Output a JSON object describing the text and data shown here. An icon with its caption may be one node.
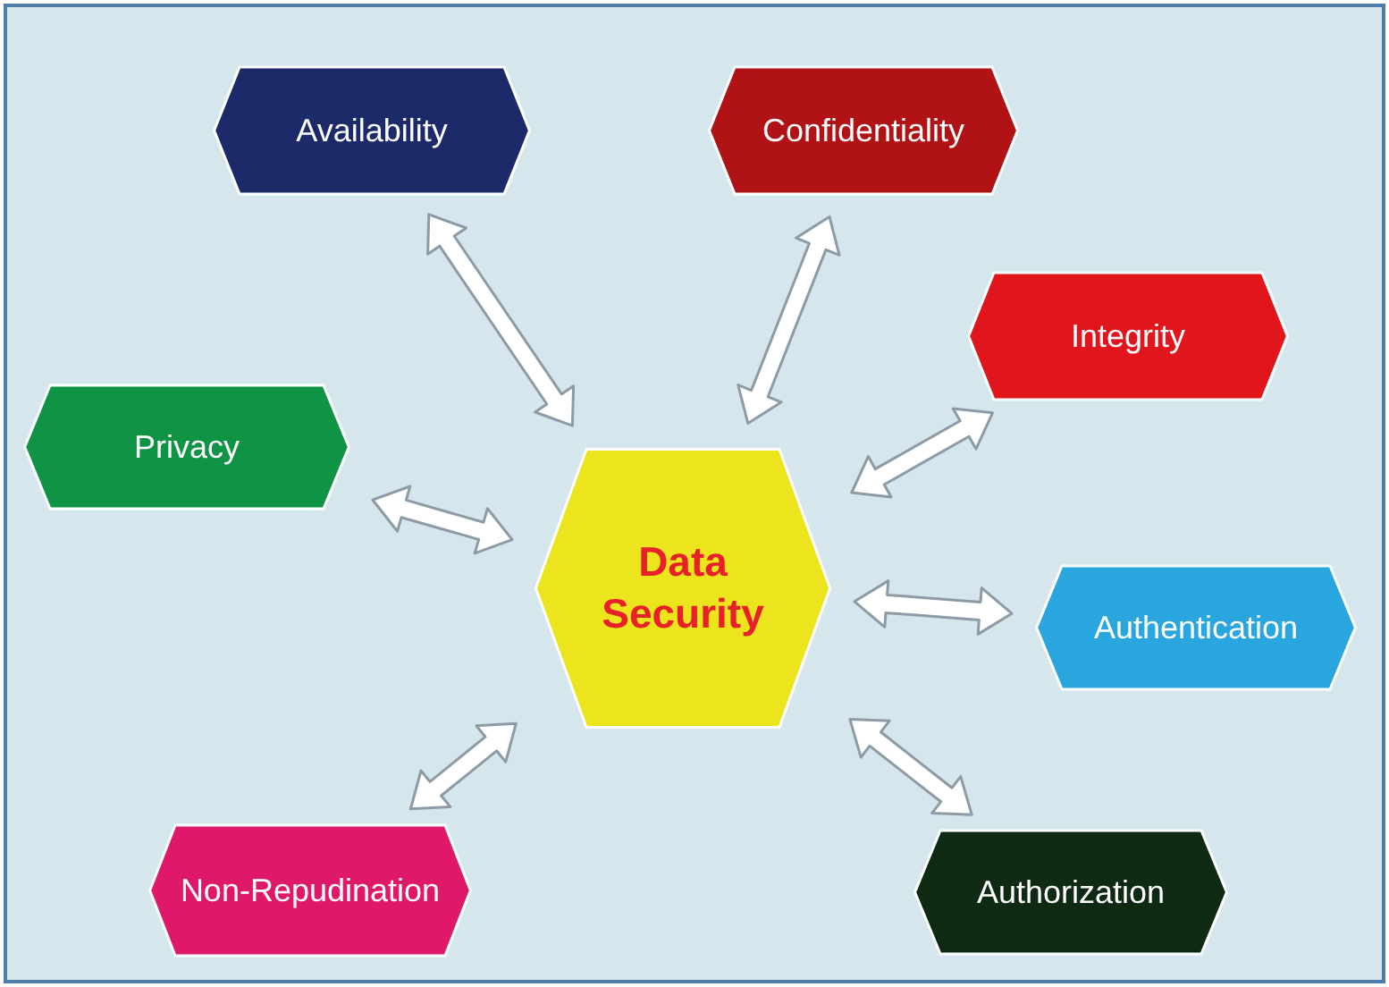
{
  "diagram": {
    "nodes": [
      {
        "text": [
          "Availability"
        ]
      },
      {
        "text": [
          "Confidentiality"
        ]
      },
      {
        "text": [
          "Integrity"
        ]
      },
      {
        "text": [
          "Privacy"
        ]
      },
      {
        "text": [
          "Data Security"
        ]
      },
      {
        "text": [
          "Authentication"
        ]
      },
      {
        "text": [
          "Non-Repudination"
        ]
      },
      {
        "text": [
          "Authorization"
        ]
      }
    ],
    "edges": [
      {
        "from": 4,
        "to": 0,
        "arrow": "both"
      },
      {
        "from": 4,
        "to": 1,
        "arrow": "both"
      },
      {
        "from": 4,
        "to": 2,
        "arrow": "both"
      },
      {
        "from": 4,
        "to": 3,
        "arrow": "both"
      },
      {
        "from": 4,
        "to": 5,
        "arrow": "both"
      },
      {
        "from": 4,
        "to": 6,
        "arrow": "both"
      },
      {
        "from": 4,
        "to": 7,
        "arrow": "both"
      }
    ]
  }
}
